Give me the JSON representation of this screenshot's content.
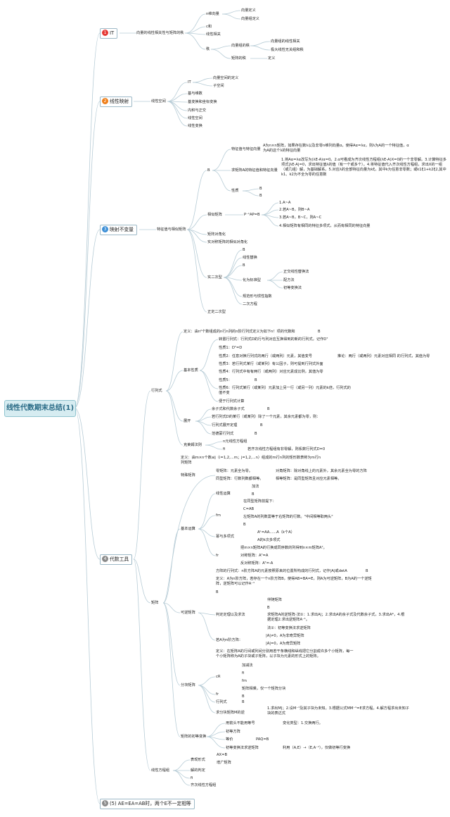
{
  "root": "线性代数期末总结(1)",
  "colors": {
    "root_bg": "#d6ecf1",
    "root_text": "#2a6b86",
    "badge1": "#e53935",
    "badge2": "#ef7f1a",
    "badge3": "#3c8fd6",
    "line": "#b7ccd6"
  },
  "topics": [
    {
      "num": "1",
      "label": "IT"
    },
    {
      "num": "2",
      "label": "线性映射"
    },
    {
      "num": "3",
      "label": "映射不变量"
    },
    {
      "num": "4",
      "label": "代数工具"
    },
    {
      "num": "5",
      "label": "(5) AE=EA=AB时，两个E不一定相等"
    }
  ],
  "t1": {
    "branch": "向量的线性相关性与矩阵的秩",
    "a": "n维向量",
    "a1": "向量定义",
    "a2": "向量组定义",
    "b": "c和",
    "c": "线性相关",
    "d": "秩",
    "d1": "向量组的秩",
    "d1a": "向量组的线性相关",
    "d1b": "极大线性无关组和秩",
    "d2": "矩阵的秩",
    "d2a": "定义"
  },
  "t2": {
    "branch": "线性空间",
    "a": "IT",
    "a1": "向量空间的定义",
    "a2": "子空间",
    "b": "基与维数",
    "c": "基变换和坐标变换",
    "d": "内积与正交",
    "e": "线性空间",
    "f": "线性变换"
  },
  "t3": {
    "branch": "特征值与相似矩阵",
    "a": "B",
    "a1": "特征值与特征向量",
    "a1t": "A为n×n矩阵，如果存在数λ以及非零n维列向量α，使得Aα=λα，则λ为A的一个特征值，α为A的这个λ的特征向量",
    "a2": "求矩阵A的特征值和特征向量",
    "a2t": "1.将Aα=λα改写为(λE-A)α=0。2.α可看成为齐次线性方程组(λE-A)X=0的一个非零解。3.计算特征多项式|λE-A|=0，求出特征值λ的值（有一个或多个）。4.将特征值代入齐次线性方程组，求出X的一组（或几组）解，为基础解系。5.对应λ的全部特征向量为kξ，其中k为任意非零数；或k1ξ1+k2ξ2,其中k1、k2为不全为零的任意数",
    "a3": "性质",
    "a3a": "B",
    "a3b": "B",
    "b": "相似矩阵",
    "b1": "P⁻¹AP=B",
    "b1a": "1.A~A",
    "b1b": "2.若A~B，则B~A",
    "b1c": "3.若A~B，B~C，则A~C",
    "b1d": "4.相似矩阵有相同的特征多项式，从而有相同的特征向量",
    "c": "矩阵对角化",
    "d": "实对称矩阵的相似对角化",
    "e": "实二次型",
    "e1": "B",
    "e2": "线性替换",
    "e3": "B",
    "e4": "化为标准型",
    "e4a": "正交线性替换法",
    "e4b": "配方法",
    "e4c": "初等变换法",
    "e5": "规范形与惯性指数",
    "e6": "二次方程",
    "f": "正定二次型"
  },
  "t4": {
    "det": "行列式",
    "det_def": "定义：由n²个数组成的n行n列的n阶行列式定义为如下n！项的代数和",
    "det_def_b": "B",
    "prop": "基本性质",
    "p0": "转置行列式：行列式D的行与列对应互换得到的新的行列式，记作Dᵀ",
    "p1": "性质1：Dᵀ=D",
    "p2": "性质2：任意对换行列式的两行（或两列）元素，其值变号",
    "p2b": "推论：两行（或两列）元素对应相同 的行列式，其值为零",
    "p3": "性质3：若行列式某行（或某列）有公因子，则可提到行列式外面",
    "p4": "性质4：行列式中有有两行（或两列）对应元素成比例，其值为零",
    "p5": "性质5：",
    "p5b": "B",
    "p6": "性质6：行列式某行（或某列）元素加上另一行（或另一列）元素的k倍，行列式的值不变",
    "p7": "便于行列式计算",
    "exp": "展开",
    "ex1": "余子式和代数余子式",
    "ex1b": "B",
    "ex2": "若行列式D的某行（或某列）除了一个元素，其余元素都为零，则：",
    "ex3": "行列式展开定理",
    "ex3b": "B",
    "ex4": "范德蒙行列式",
    "ex4b": "B",
    "cr": "克莱姆法则",
    "cr1": "n元线性方程组",
    "cr2": "fi",
    "cr3": "若齐次线性方程组有非零解，则系数行列式D=0",
    "mx_def": "定义：由m×n个数aij（i=1,2,...m；j=1,2,...n）组成的m行n列的矩形数表称为m行n列矩阵",
    "mx": "矩阵",
    "sp": "特殊矩阵",
    "sp1": "零矩阵：元素全为零。",
    "sp1b": "对角矩阵：除对角线上的元素外，其余元素全为零的方阵",
    "sp2": "同型矩阵：行数列数都相等。",
    "sp2b": "相等矩阵：是同型矩阵且对应元素相等。",
    "ops": "基本运算",
    "add": "线性运算",
    "add1": "加法",
    "add2": "B",
    "mul": "fm",
    "mul1": "在同型矩阵前提下：",
    "mul2": "C=AB",
    "mul3": "左矩阵A的列数需等于右矩阵的行数。\"中间相等取两头\"",
    "mul4": "B",
    "pw": "幂与多项式",
    "pw1": "Aᵏ=AA......A（k个A）",
    "pw2": "A的k次多项式",
    "tr": "fr",
    "tr1": "把m×n矩阵A的行换成同序数的列得到n×m矩阵Aᵀ。",
    "tr2": "对称矩阵：Aᵀ=A",
    "tr3": "反对称矩阵：Aᵀ=-A",
    "dt": "方阵的行列式：n阶方阵A的元素按照原来的位置所构成的行列式，记作|A|或detA",
    "dtb": "B",
    "inv": "可逆矩阵",
    "inv_def": "定义：A为n阶方阵，若存在一个n阶方阵B，使得AB=BA=E，则A为可逆矩阵，B为A的一个逆矩阵，逆矩阵可以记作A⁻¹",
    "inv_b": "B",
    "crit": "判定定理以及求法",
    "crit1": "伴随矩阵",
    "crit2": "B",
    "crit3": "求矩阵A的逆矩阵-法①：1.求出A|；2.求出A的余子式及代数余子式，3.求出A*，4.根据定理2.求出逆矩阵A⁻¹。",
    "crit4": "法②：初等变换法求逆矩阵",
    "sing": "若A为n阶方阵：",
    "sing1": "|A|≠0，A为非奇异矩阵",
    "sing2": "|A|=0，A为奇异矩阵",
    "blk_def": "定义：在矩阵A的行间或列间分别用若干条横线和纵线把它分割成许多个小矩阵，每一个小矩阵称为A的子块或子矩阵，以子块为元素的形式上的矩阵。",
    "blk": "分块矩阵",
    "blk1": "cR",
    "blk1a": "加减法",
    "blk1b": "fi",
    "blk1c": "fm",
    "blk1d": "矩阵相乘，仅一个矩阵分块",
    "blk2": "fr",
    "blk2b": "B",
    "blk3": "行列式",
    "blk3b": "B",
    "blk4": "求分块矩阵M的逆",
    "blk4t": "1.求出M|；2.设M⁻¹及其子块为未知。3.根据公式MM⁻¹=E求方程。4.解方程求出未知子块的表达式",
    "el": "矩阵的初等变换",
    "el1": "用箭头不能用等号",
    "el1b": "变化类型：1.交换两行。",
    "el2": "初等方阵",
    "el3": "等价",
    "el3b": "PAQ=B",
    "el4": "初等变换法求逆矩阵",
    "el4b": "利用（A,E）→（E,A⁻¹），仅做初等行变换",
    "lin": "线性方程组",
    "lin1": "表现形式",
    "lin1a": "AX=B",
    "lin1b": "增广矩阵",
    "lin2": "解的判定",
    "lin3": "fi",
    "lin4": "齐次线性方程组"
  }
}
